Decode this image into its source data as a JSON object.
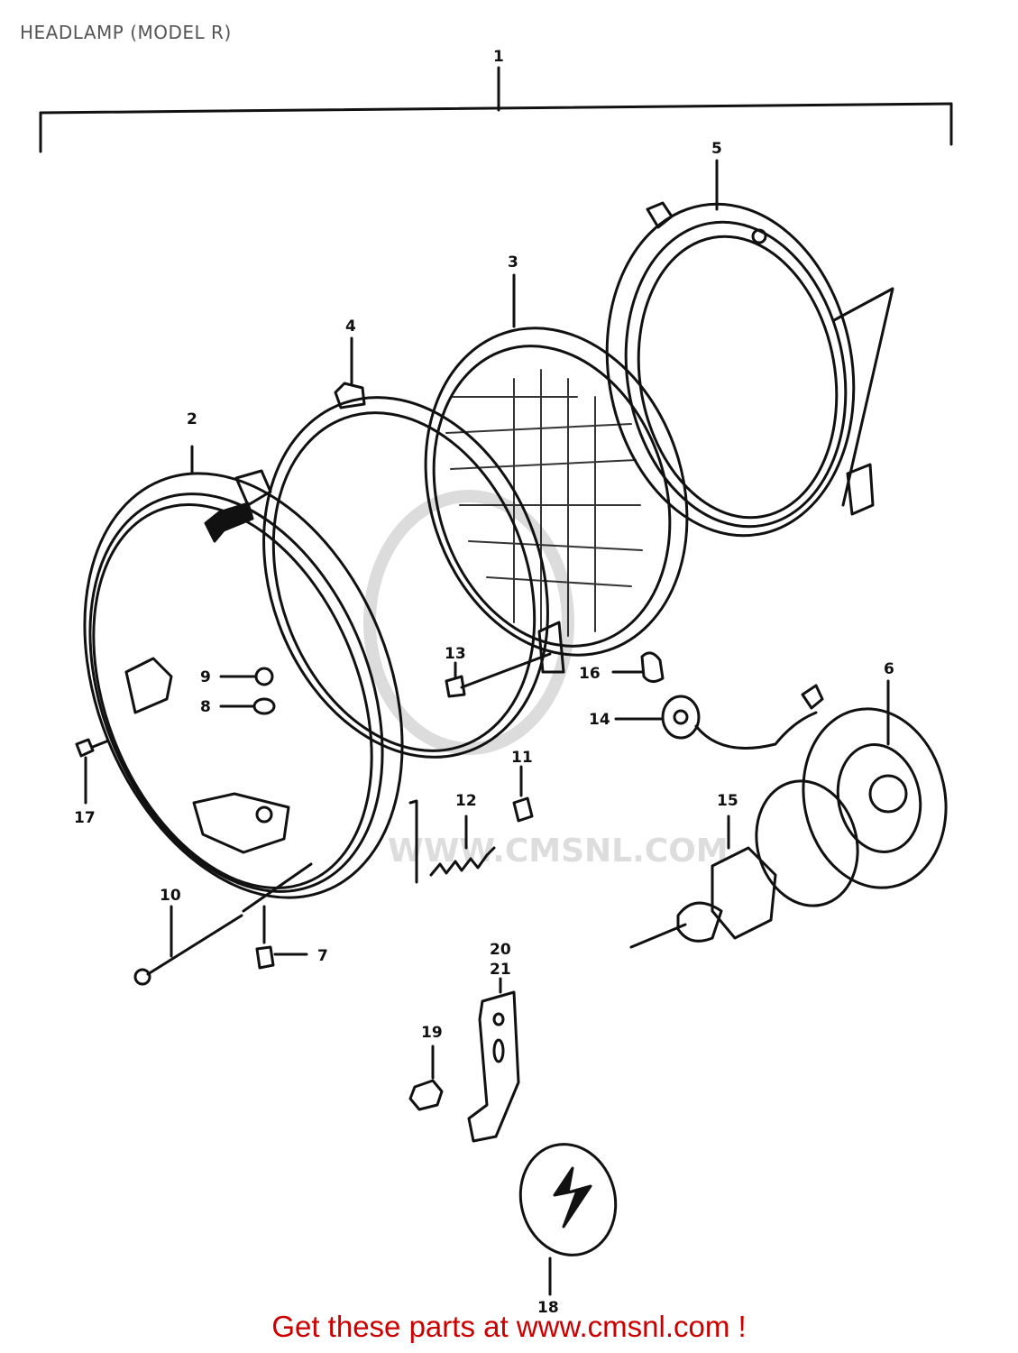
{
  "title": "HEADLAMP (MODEL R)",
  "part_labels": [
    "1",
    "2",
    "3",
    "4",
    "5",
    "6",
    "7",
    "8",
    "9",
    "10",
    "11",
    "12",
    "13",
    "14",
    "15",
    "16",
    "17",
    "18",
    "19",
    "20",
    "21"
  ],
  "watermark": "WWW.CMSNL.COM",
  "footer": {
    "text": "Get these parts at www.cmsnl.com !"
  },
  "colors": {
    "line": "#111111",
    "title": "#555555",
    "footer": "#cc0000",
    "watermark": "#dddddd"
  }
}
